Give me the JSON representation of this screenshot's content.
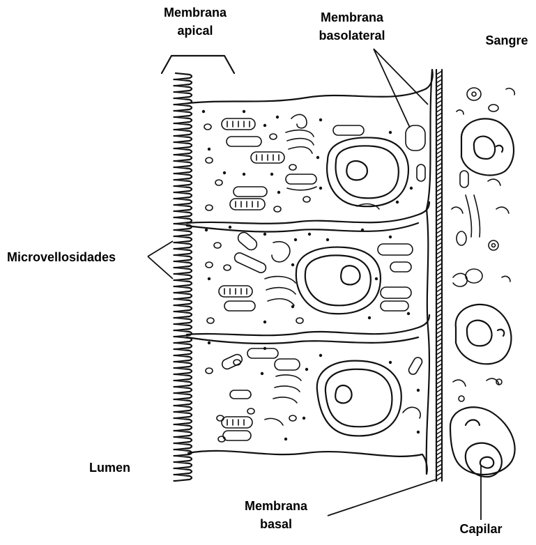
{
  "labels": {
    "apical_line1": "Membrana",
    "apical_line2": "apical",
    "basolateral_line1": "Membrana",
    "basolateral_line2": "basolateral",
    "blood": "Sangre",
    "microvilli": "Microvellosidades",
    "lumen": "Lumen",
    "basal_line1": "Membrana",
    "basal_line2": "basal",
    "capillary": "Capilar"
  }
}
